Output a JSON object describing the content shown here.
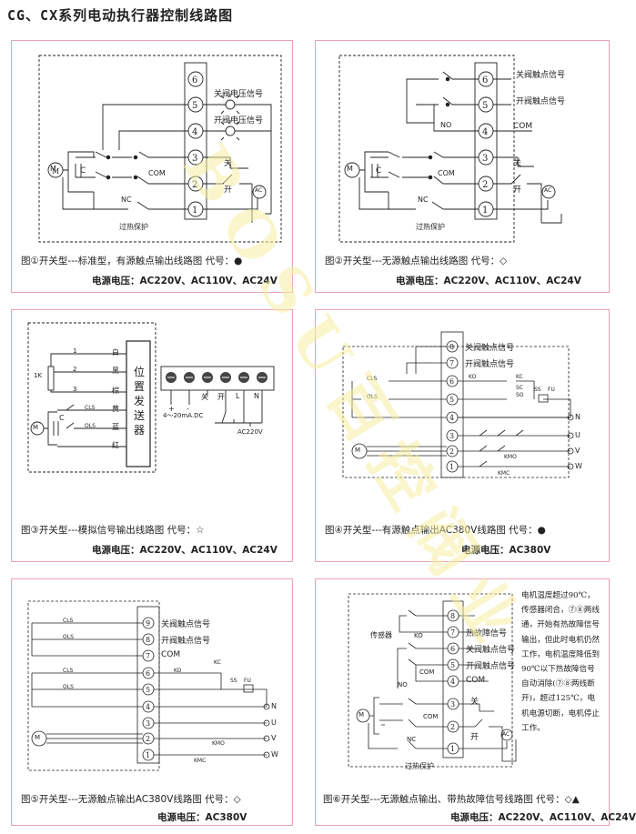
{
  "title": "CG、CX系列电动执行器控制线路图",
  "watermark": "BOSU百控阀业",
  "common": {
    "close_sig": "关阀电压信号",
    "open_sig": "开阀电压信号",
    "close_contact": "关阀触点信号",
    "open_contact": "开阀触点信号",
    "com": "COM",
    "nc": "NC",
    "no": "NO",
    "guan": "关",
    "kai": "开",
    "ac": "AC",
    "m": "M",
    "c": "C",
    "overheat": "过热保护"
  },
  "panels": [
    {
      "caption": "图①开关型---标准型，有源触点输出线路图  代号：●",
      "power": "电源电压：AC220V、AC110V、AC24V"
    },
    {
      "caption": "图②开关型---无源触点输出线路图  代号：◇",
      "power": "电源电压：AC220V、AC110V、AC24V"
    },
    {
      "caption": "图③开关型---模拟信号输出线路图  代号：☆",
      "power": "电源电压：AC220V、AC110V、AC24V"
    },
    {
      "caption": "图④开关型---有源触点输出AC380V线路图  代号：●",
      "power": "电源电压：AC380V"
    },
    {
      "caption": "图⑤开关型---无源触点输出AC380V线路图  代号：◇",
      "power": "电源电压：AC380V"
    },
    {
      "caption": "图⑥开关型---无源触点输出、带热故障信号线路图  代号：◇▲",
      "power": "电源电压：AC220V、AC110V、AC24V"
    }
  ],
  "p3": {
    "n1": "1",
    "n2": "2",
    "n3": "3",
    "w1": "白",
    "w2": "黑",
    "w3": "棕",
    "w4": "黄",
    "w5": "蓝",
    "w6": "红",
    "r1k": "1K",
    "cls": "CLS",
    "ols": "OLS",
    "sender": "位置发送器",
    "plus": "+",
    "minus": "-",
    "L": "L",
    "N": "N",
    "ma": "4～20mA.DC",
    "ac220": "AC220V"
  },
  "p4": {
    "cls": "CLS",
    "ols": "OLS",
    "kc": "KC",
    "ko": "KO",
    "sc": "SC",
    "so": "SO",
    "ss": "SS",
    "fu": "FU",
    "kmc": "KMC",
    "kmo": "KMO",
    "N": "N",
    "U": "U",
    "V": "V",
    "W": "W"
  },
  "p6": {
    "sensor": "传感器",
    "fault": "热故障信号",
    "ko": "KO",
    "note": "电机温度超过90℃，传感器闭合，⑦⑧两线通，开始有热故障信号输出，但此时电机仍然工作，电机温度降低到90℃以下热故障信号自动消除(⑦⑧两线断开)，超过125℃，电机电源切断，电机停止工作。"
  }
}
